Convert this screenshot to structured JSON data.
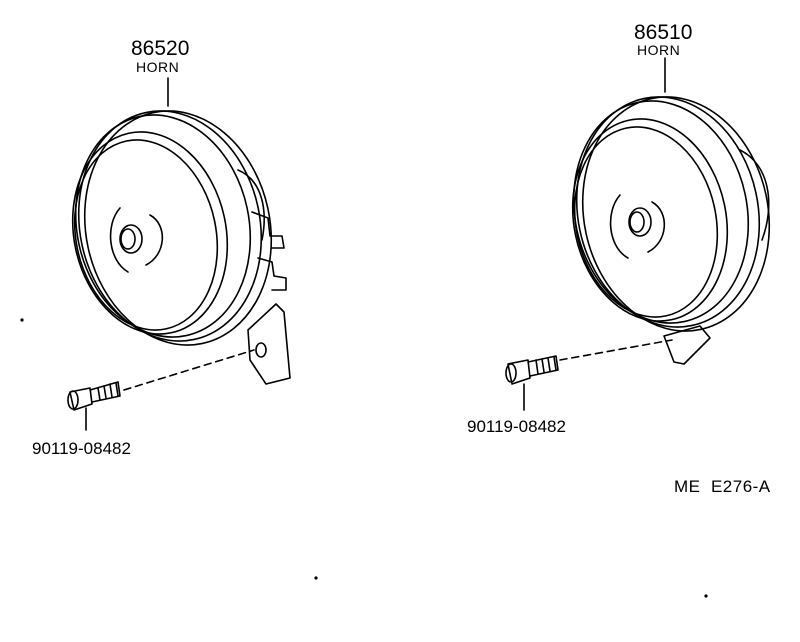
{
  "parts": [
    {
      "number": "86520",
      "name": "HORN"
    },
    {
      "number": "86510",
      "name": "HORN"
    }
  ],
  "bolts": [
    {
      "number": "90119-08482"
    },
    {
      "number": "90119-08482"
    }
  ],
  "diagram_code": "ME  E276-A",
  "colors": {
    "line": "#000000",
    "background": "#ffffff"
  }
}
